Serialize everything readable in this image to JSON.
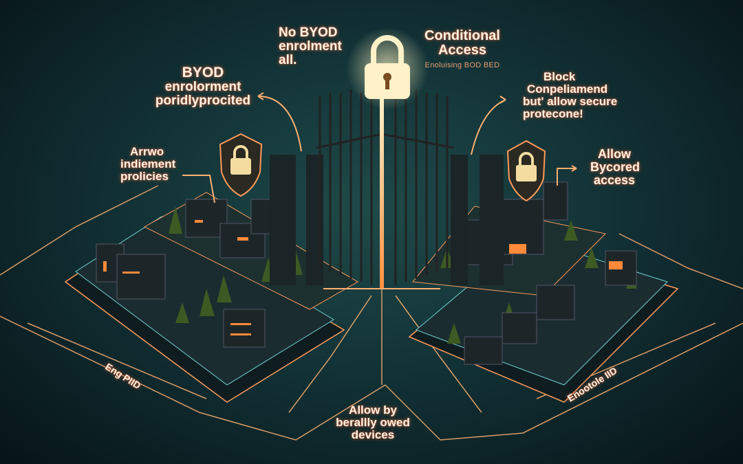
{
  "labels": {
    "no_byod": [
      "No BYOD",
      "enrolment",
      "all."
    ],
    "conditional_access": {
      "title": [
        "Conditional",
        "Access"
      ],
      "subtitle": "Enoluising BOD BED"
    },
    "byod_enrolment": [
      "BYOD",
      "enrolorment",
      "poridlyprocited"
    ],
    "block": [
      "Block",
      "Conpeliamend",
      "but' allow secure",
      "protecone!"
    ],
    "arrwo": [
      "Arrwo",
      "indiement",
      "prolicies"
    ],
    "allow_bycored": [
      "Allow",
      "Bycored",
      "access"
    ],
    "eng_piid": "Eng PIID",
    "allow_by": [
      "Allow by",
      "berallly owed",
      "devices"
    ],
    "enootole": "Enootole IID"
  },
  "colors": {
    "accent": "#ffa860",
    "glow": "#fff1c8",
    "platform": "#16272b",
    "background": "#123236"
  }
}
